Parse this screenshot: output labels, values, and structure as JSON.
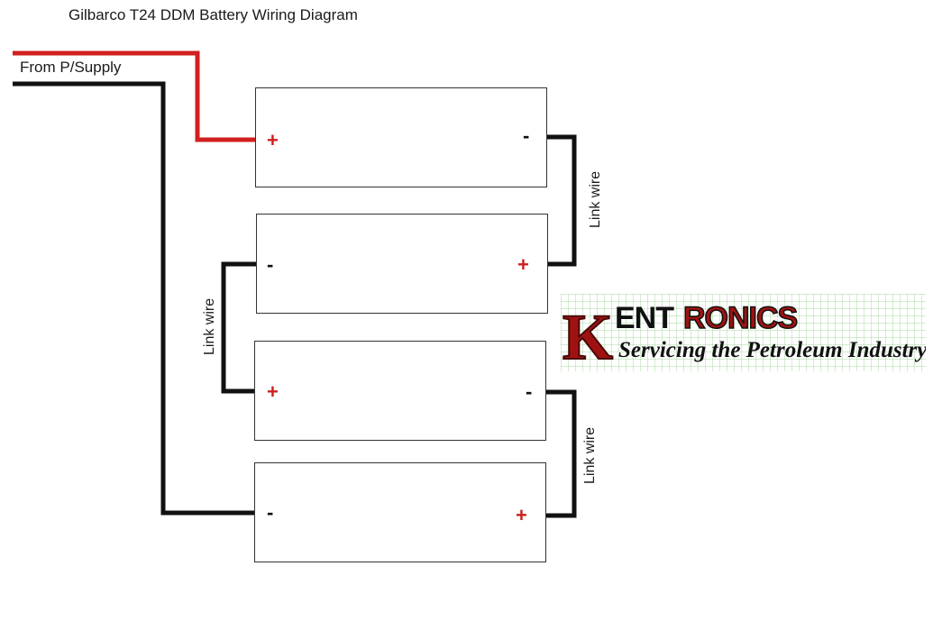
{
  "title": "Gilbarco T24 DDM Battery Wiring Diagram",
  "supply_label": "From P/Supply",
  "link_wire_label": "Link wire",
  "terminals": {
    "positive": "+",
    "negative": "-"
  },
  "colors": {
    "positive_wire": "#d21f1f",
    "negative_wire": "#111111",
    "logo_red": "#a01212",
    "grid": "#9fd49a"
  },
  "logo": {
    "brand_first": "K",
    "brand_black": "ENT",
    "brand_rest": "RONICS",
    "tagline": "Servicing the Petroleum Industry"
  }
}
